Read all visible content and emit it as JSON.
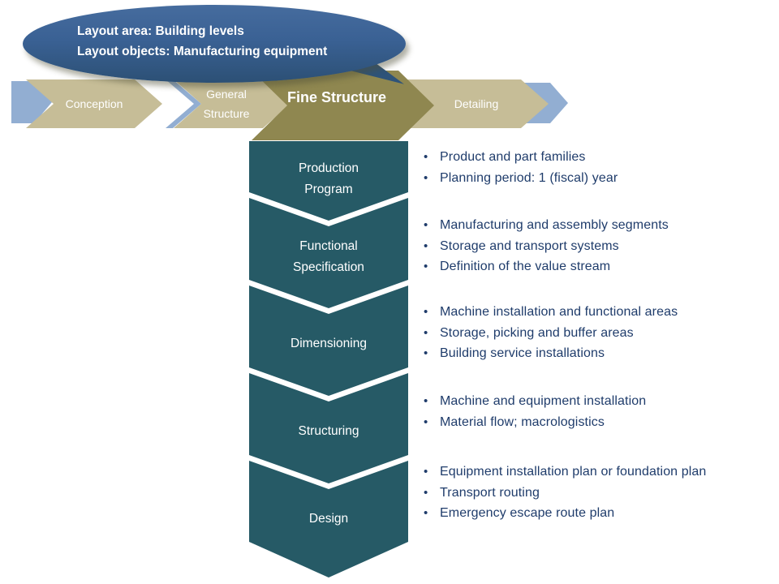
{
  "callout": {
    "lines": [
      "Layout area: Building levels",
      "Layout objects: Manufacturing equipment"
    ]
  },
  "process_arrows": {
    "stages": [
      {
        "label": "Conception",
        "emphasis": false
      },
      {
        "label": "General Structure",
        "emphasis": false
      },
      {
        "label": "Fine Structure",
        "emphasis": true
      },
      {
        "label": "Detailing",
        "emphasis": false
      }
    ]
  },
  "phases": [
    {
      "label": "Production Program",
      "bullets": [
        "Product and part families",
        "Planning period: 1 (fiscal) year"
      ]
    },
    {
      "label": "Functional Specification",
      "bullets": [
        "Manufacturing and assembly segments",
        "Storage and transport systems",
        "Definition of the value stream"
      ]
    },
    {
      "label": "Dimensioning",
      "bullets": [
        "Machine installation and functional areas",
        "Storage, picking and buffer areas",
        "Building service installations"
      ]
    },
    {
      "label": "Structuring",
      "bullets": [
        "Machine and equipment installation",
        "Material flow; macrologistics"
      ]
    },
    {
      "label": "Design",
      "bullets": [
        "Equipment installation plan or foundation plan",
        "Transport routing",
        "Emergency escape route plan"
      ]
    }
  ],
  "colors": {
    "stage_default": "#c6bd97",
    "stage_emphasis": "#8f8750",
    "connector_blue": "#92aed2",
    "phase_teal": "#265a66",
    "callout_blue": "#3a6194",
    "bullet_text": "#1f3c6b"
  }
}
